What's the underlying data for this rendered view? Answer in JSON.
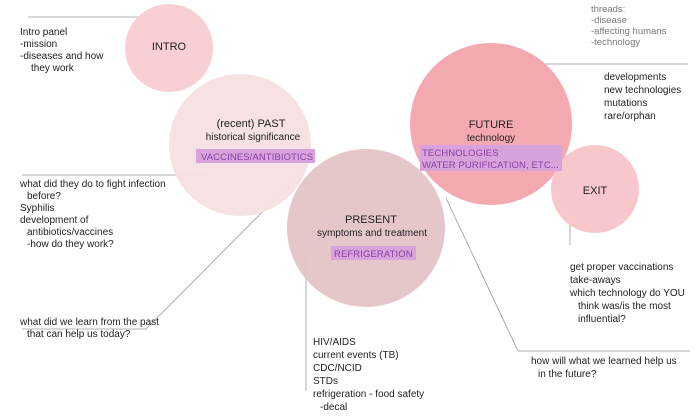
{
  "colors": {
    "intro_fill": "#f8d0d3",
    "past_fill": "#f5e0e0",
    "present_fill": "#e3c2c5",
    "future_fill": "#f4a9b0",
    "exit_fill": "#f7c4c8",
    "tag_fill": "#d8a3dc",
    "tag_text": "#8a3fa0",
    "leader_line": "#9a9a9a"
  },
  "circles": {
    "intro": {
      "title": "INTRO"
    },
    "past": {
      "title": "(recent) PAST",
      "subtitle": "historical significance",
      "tag": "VACCINES/ANTIBIOTICS"
    },
    "present": {
      "title": "PRESENT",
      "subtitle": "symptoms and treatment",
      "tag": "REFRIGERATION"
    },
    "future": {
      "title": "FUTURE",
      "subtitle": "technology",
      "tag_lines": [
        "TECHNOLOGIES",
        "WATER PURIFICATION, ETC..."
      ]
    },
    "exit": {
      "title": "EXIT"
    }
  },
  "notes": {
    "intro": [
      "Intro panel",
      "-mission",
      "-diseases and how",
      "they work"
    ],
    "threads": [
      "threads:",
      "-disease",
      "-affecting humans",
      "-technology"
    ],
    "future": [
      "developments",
      "new technologies",
      "mutations",
      "rare/orphan"
    ],
    "past": [
      "what did they do to fight infection",
      "before?",
      "Syphilis",
      "development of",
      "antibiotics/vaccines",
      "-how do they work?"
    ],
    "learn_past": [
      "what did we learn from the past",
      "that can help us today?"
    ],
    "present": [
      "HIV/AIDS",
      "current events (TB)",
      "CDC/NCID",
      "STDs",
      "refrigeration - food safety",
      "-decal"
    ],
    "exit": [
      "get proper vaccinations",
      "take-aways",
      "which technology do YOU",
      "think was/is the most",
      "influential?"
    ],
    "learn_future": [
      "how will what we learned help us",
      "in the future?"
    ]
  }
}
